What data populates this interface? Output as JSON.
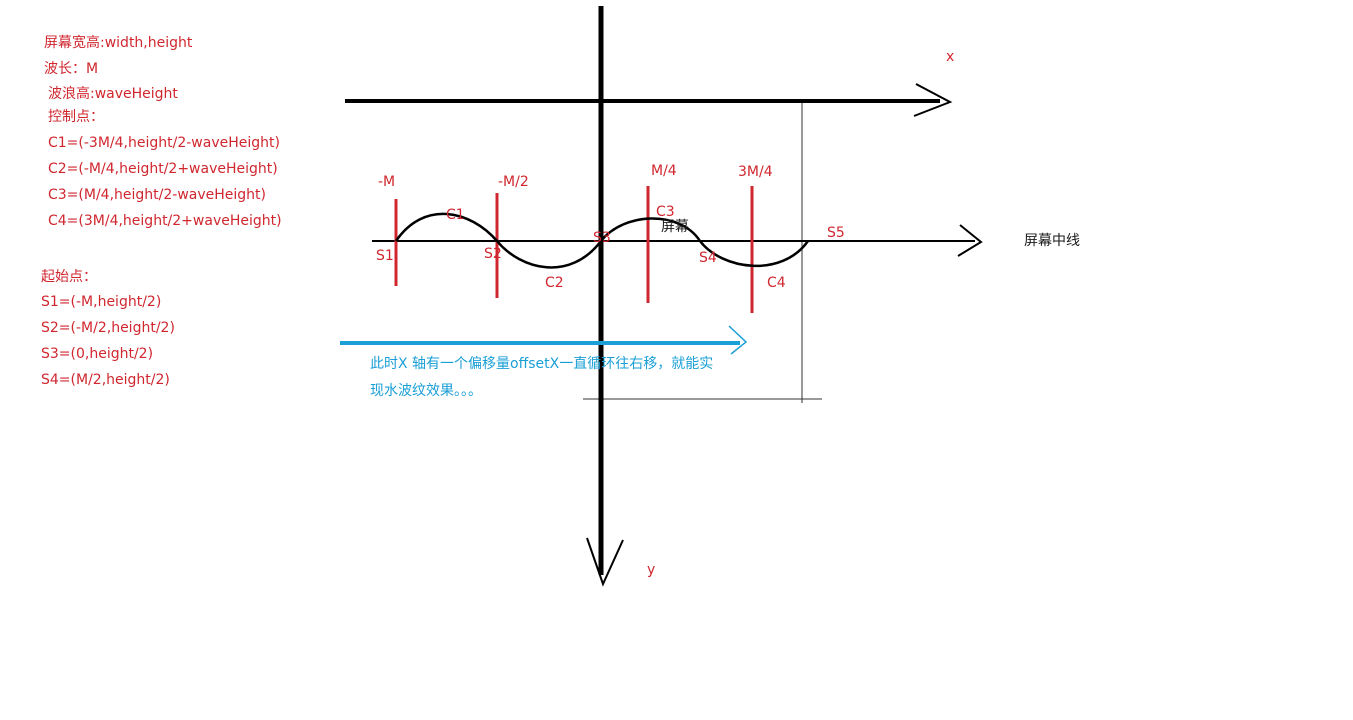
{
  "notes": {
    "screen_size": "屏幕宽高:width,height",
    "wavelength": "波长：M",
    "wave_height": "波浪高:waveHeight",
    "control_points_title": "控制点：",
    "c1": "C1=(-3M/4,height/2-waveHeight)",
    "c2": "C2=(-M/4,height/2+waveHeight)",
    "c3": "C3=(M/4,height/2-waveHeight)",
    "c4": "C4=(3M/4,height/2+waveHeight)",
    "start_points_title": "起始点：",
    "s1": "S1=(-M,height/2)",
    "s2": "S2=(-M/2,height/2)",
    "s3": "S3=(0,height/2)",
    "s4": "S4=(M/2,height/2)"
  },
  "axes": {
    "x_label": "x",
    "y_label": "y",
    "center_line_label": "屏幕中线"
  },
  "markers": {
    "neg_m": "-M",
    "neg_half_m": "-M/2",
    "quarter_m": "M/4",
    "three_quarter_m": "3M/4"
  },
  "points": {
    "c1": "C1",
    "c2": "C2",
    "c3": "C3",
    "c4": "C4",
    "s1": "S1",
    "s2": "S2",
    "s3": "S3",
    "s4": "S4",
    "s5": "S5"
  },
  "screen_label": "屏幕",
  "offset_note": {
    "line1": "此时X 轴有一个偏移量offsetX一直循环往右移，就能实",
    "line2": "现水波纹效果。。。"
  },
  "colors": {
    "axis": "#000000",
    "marker": "#d0272f",
    "annotation": "#d0272f",
    "offset_arrow": "#1a9fd6"
  }
}
